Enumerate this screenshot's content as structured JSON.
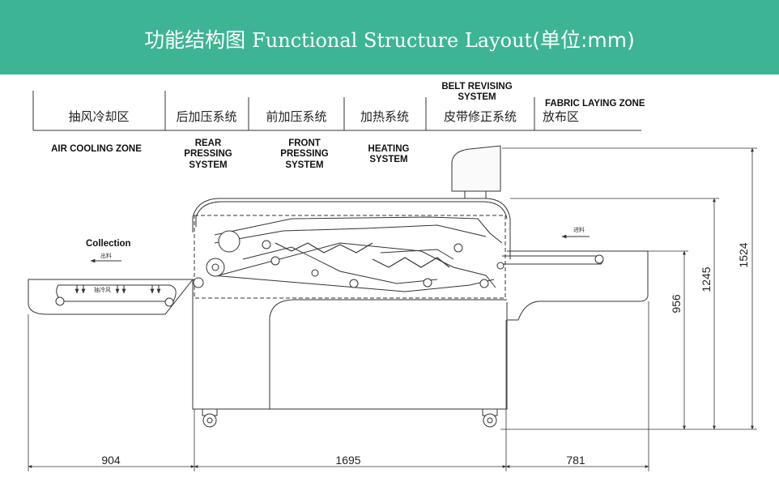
{
  "header": {
    "title_cn": "功能结构图",
    "title_en": "Functional Structure Layout",
    "title_unit": "(单位:mm)"
  },
  "zones_cn": {
    "air_cooling": "抽风冷却区",
    "rear_pressing": "后加压系统",
    "front_pressing": "前加压系统",
    "heating": "加热系统",
    "belt_revising": "皮带修正系统",
    "fabric_laying": "放布区"
  },
  "zones_en": {
    "air_cooling": "AIR COOLING ZONE",
    "rear_pressing": [
      "REAR",
      "PRESSING",
      "SYSTEM"
    ],
    "front_pressing": [
      "FRONT",
      "PRESSING",
      "SYSTEM"
    ],
    "heating": [
      "HEATING",
      "SYSTEM"
    ],
    "belt_revising": [
      "BELT REVISING",
      "SYSTEM"
    ],
    "fabric_laying": "FABRIC LAYING ZONE"
  },
  "labels": {
    "collection": "Collection",
    "outlet_cn": "出料",
    "inlet_cn": "进料",
    "cooling_air_cn": "抽冷风"
  },
  "dimensions": {
    "left_length": "904",
    "middle_length": "1695",
    "right_length": "781",
    "height_table": "956",
    "height_top": "1245",
    "height_total": "1524"
  },
  "colors": {
    "header": "#3db595",
    "line": "#333333"
  }
}
